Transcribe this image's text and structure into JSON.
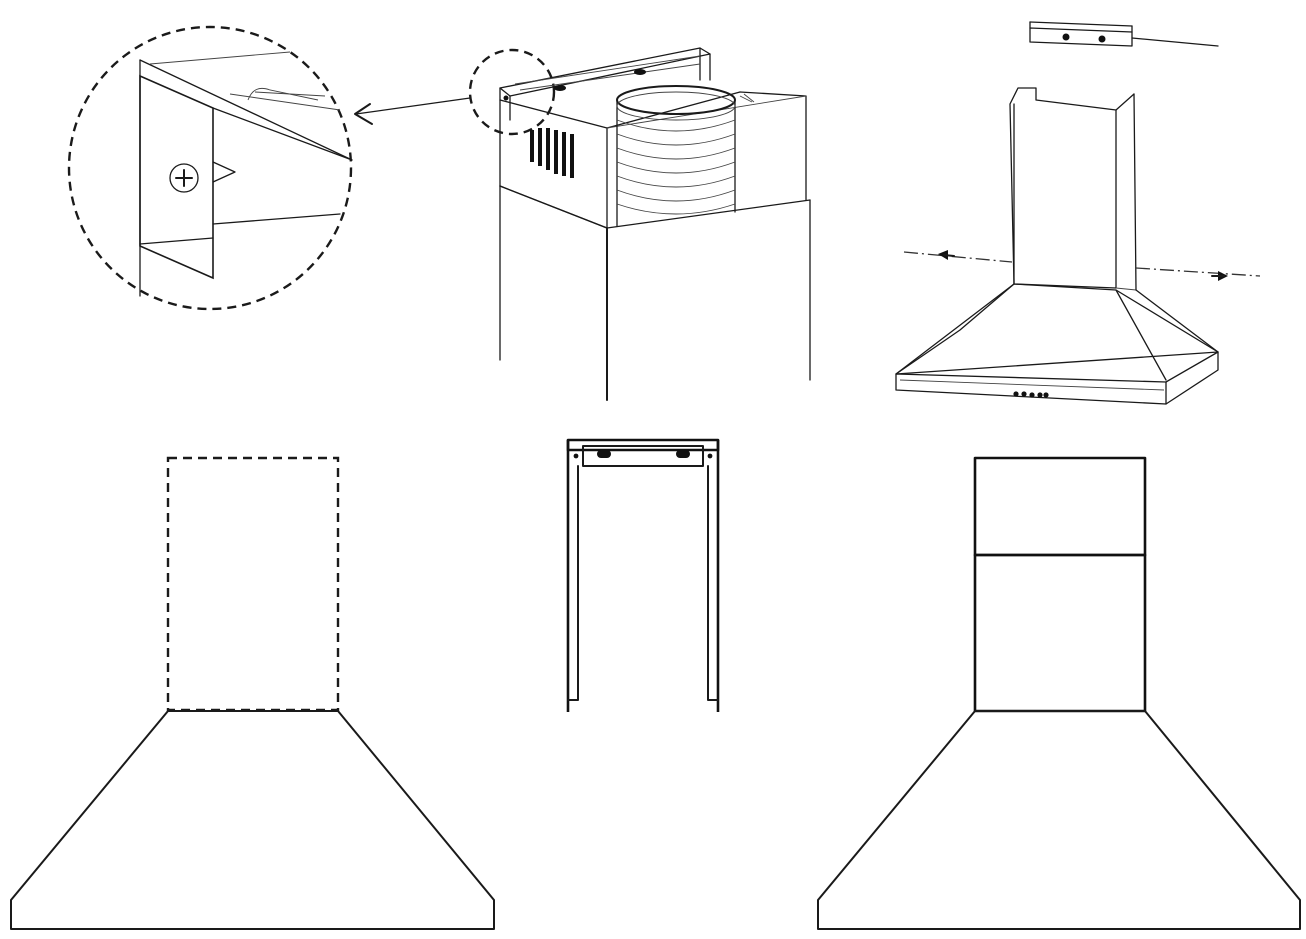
{
  "figure": {
    "panels": [
      {
        "name": "screw-detail-magnified"
      },
      {
        "name": "chimney-bracket-perspective"
      },
      {
        "name": "upper-chimney-install-exploded"
      },
      {
        "name": "hood-with-dashed-chimney-outline"
      },
      {
        "name": "chimney-bracket-front-view"
      },
      {
        "name": "hood-with-chimney-installed"
      }
    ],
    "colors": {
      "line": "#1a1a1a",
      "background": "#ffffff"
    }
  }
}
